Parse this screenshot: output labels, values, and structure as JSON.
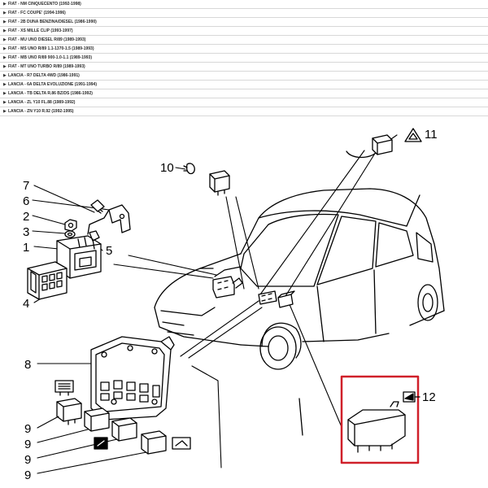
{
  "model_list": [
    {
      "label": "FIAT - NM CINQUECENTO (1992-1998)"
    },
    {
      "label": "FIAT - FC COUPE' (1994-1996)"
    },
    {
      "label": "FIAT - 2B DUNA BENZINA/DIESEL (1986-1990)"
    },
    {
      "label": "FIAT - XS MILLE CLIP (1993-1997)"
    },
    {
      "label": "FIAT - MU UNO DIESEL R/89 (1989-1993)"
    },
    {
      "label": "FIAT - MS UNO R/89 1.1-1370-1.5 (1989-1993)"
    },
    {
      "label": "FIAT - MB UNO R/89 900-1.0-1.1 (1989-1993)"
    },
    {
      "label": "FIAT - MT UNO TURBO R/89 (1989-1993)"
    },
    {
      "label": "LANCIA - R7 DELTA 4WD (1986-1991)"
    },
    {
      "label": "LANCIA - 6A DELTA EVOLUZIONE (1991-1994)"
    },
    {
      "label": "LANCIA - TB DELTA R.86 BZ/DS (1986-1992)"
    },
    {
      "label": "LANCIA - ZL Y10 FL.88 (1989-1992)"
    },
    {
      "label": "LANCIA - ZN Y10 R.92 (1992-1995)"
    }
  ],
  "diagram": {
    "callouts": {
      "c1": "1",
      "c2": "2",
      "c3": "3",
      "c4": "4",
      "c5": "5",
      "c6": "6",
      "c7": "7",
      "c8": "8",
      "c9a": "9",
      "c9b": "9",
      "c9c": "9",
      "c9d": "9",
      "c10": "10",
      "c11": "11",
      "c12": "12"
    }
  },
  "colors": {
    "highlight_box": "#d0202a",
    "line": "#000000",
    "row_divider": "#d8d8d8",
    "row_text": "#2b2b2b"
  }
}
